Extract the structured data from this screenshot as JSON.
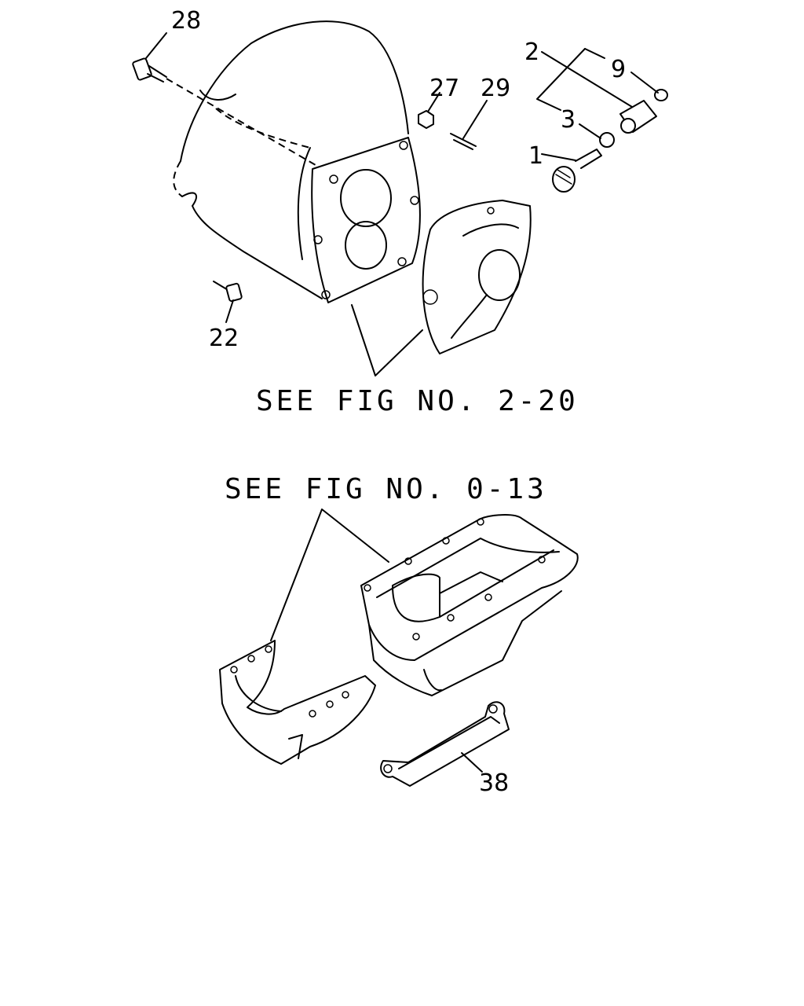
{
  "callouts": {
    "c28": "28",
    "c27": "27",
    "c29": "29",
    "c2": "2",
    "c9": "9",
    "c3": "3",
    "c1": "1",
    "c22": "22",
    "c38": "38"
  },
  "references": {
    "upper": "SEE FIG NO. 2-20",
    "lower": "SEE FIG NO. 0-13"
  }
}
